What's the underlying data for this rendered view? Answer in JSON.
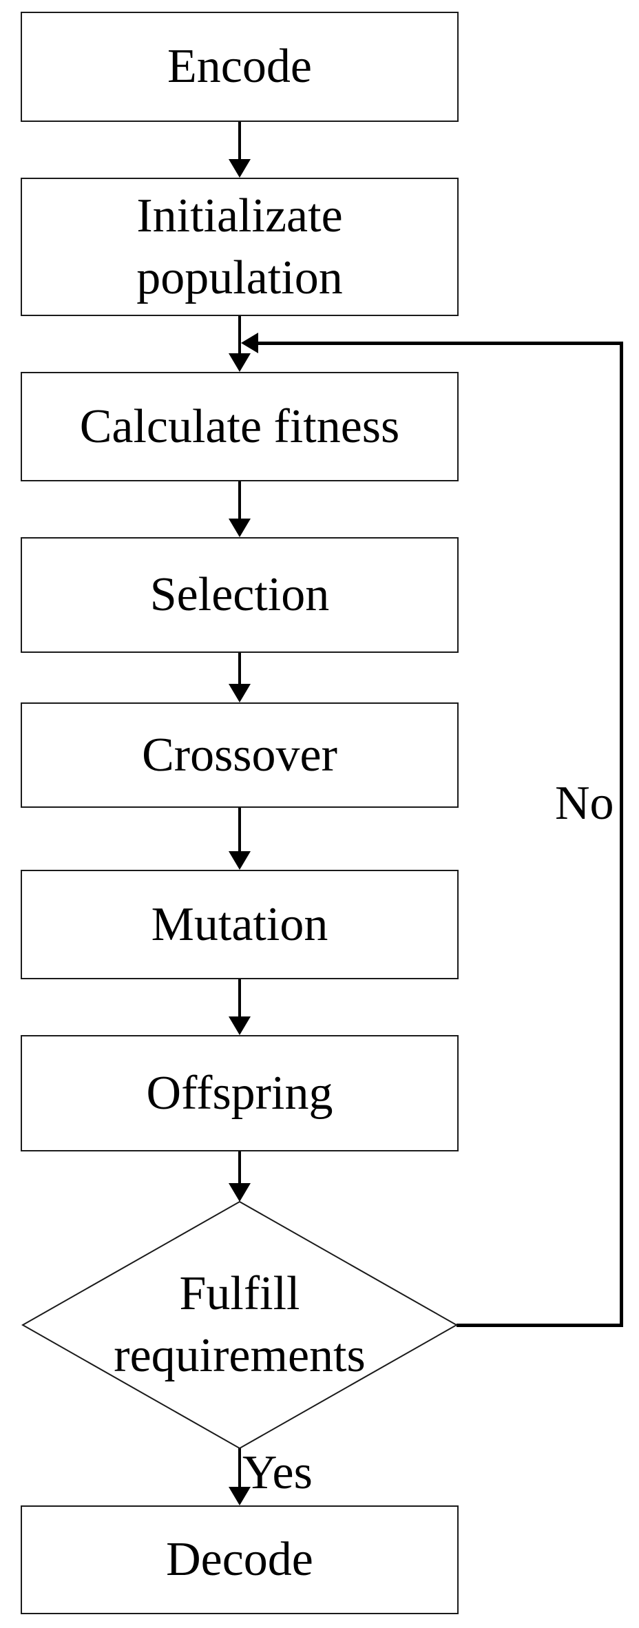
{
  "diagram": {
    "type": "flowchart",
    "subject": "genetic-algorithm-process",
    "colors": {
      "background": "#ffffff",
      "box_border": "#1a1a1a",
      "line": "#000000",
      "text": "#000000"
    },
    "nodes": [
      {
        "id": "encode",
        "shape": "rect",
        "label": "Encode",
        "lines": [
          "Encode"
        ]
      },
      {
        "id": "initializate-population",
        "shape": "rect",
        "label": "Initializate population",
        "lines": [
          "Initializate",
          "population"
        ]
      },
      {
        "id": "calculate-fitness",
        "shape": "rect",
        "label": "Calculate fitness",
        "lines": [
          "Calculate fitness"
        ]
      },
      {
        "id": "selection",
        "shape": "rect",
        "label": "Selection",
        "lines": [
          "Selection"
        ]
      },
      {
        "id": "crossover",
        "shape": "rect",
        "label": "Crossover",
        "lines": [
          "Crossover"
        ]
      },
      {
        "id": "mutation",
        "shape": "rect",
        "label": "Mutation",
        "lines": [
          "Mutation"
        ]
      },
      {
        "id": "offspring",
        "shape": "rect",
        "label": "Offspring",
        "lines": [
          "Offspring"
        ]
      },
      {
        "id": "fulfill-requirements",
        "shape": "diamond",
        "label": "Fulfill requirements",
        "lines": [
          "Fulfill",
          "requirements"
        ]
      },
      {
        "id": "decode",
        "shape": "rect",
        "label": "Decode",
        "lines": [
          "Decode"
        ]
      }
    ],
    "edges": [
      {
        "from": "encode",
        "to": "initializate-population",
        "label": ""
      },
      {
        "from": "initializate-population",
        "to": "calculate-fitness",
        "label": ""
      },
      {
        "from": "calculate-fitness",
        "to": "selection",
        "label": ""
      },
      {
        "from": "selection",
        "to": "crossover",
        "label": ""
      },
      {
        "from": "crossover",
        "to": "mutation",
        "label": ""
      },
      {
        "from": "mutation",
        "to": "offspring",
        "label": ""
      },
      {
        "from": "offspring",
        "to": "fulfill-requirements",
        "label": ""
      },
      {
        "from": "fulfill-requirements",
        "to": "decode",
        "label": "Yes"
      },
      {
        "from": "fulfill-requirements",
        "to": "calculate-fitness",
        "label": "No"
      }
    ]
  }
}
